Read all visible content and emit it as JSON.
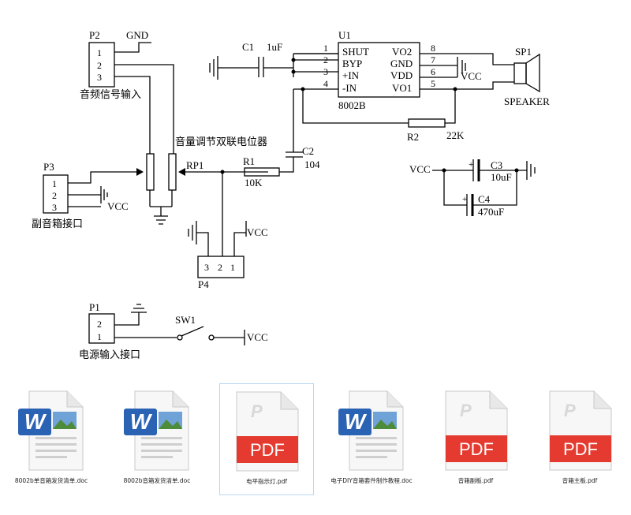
{
  "schematic": {
    "p2": {
      "ref": "P2",
      "gnd": "GND",
      "pins": [
        "1",
        "2",
        "3"
      ],
      "label": "音频信号输入"
    },
    "p3": {
      "ref": "P3",
      "pins": [
        "1",
        "2",
        "3"
      ],
      "vcc": "VCC",
      "label": "副音箱接口"
    },
    "pot": {
      "title": "音量调节双联电位器",
      "ref": "RP1"
    },
    "r1": {
      "ref": "R1",
      "value": "10K"
    },
    "c2": {
      "ref": "C2",
      "value": "104"
    },
    "c1": {
      "ref": "C1",
      "value": "1uF"
    },
    "u1": {
      "ref": "U1",
      "part": "8002B",
      "left_pins": [
        {
          "num": "1",
          "name": "SHUT"
        },
        {
          "num": "2",
          "name": "BYP"
        },
        {
          "num": "3",
          "name": "+IN"
        },
        {
          "num": "4",
          "name": "-IN"
        }
      ],
      "right_pins": [
        {
          "num": "8",
          "name": "VO2"
        },
        {
          "num": "7",
          "name": "GND"
        },
        {
          "num": "6",
          "name": "VDD"
        },
        {
          "num": "5",
          "name": "VO1"
        }
      ],
      "vcc": "VCC"
    },
    "sp1": {
      "ref": "SP1",
      "label": "SPEAKER"
    },
    "r2": {
      "ref": "R2",
      "value": "22K"
    },
    "c3": {
      "ref": "C3",
      "value": "10uF"
    },
    "c4": {
      "ref": "C4",
      "value": "470uF"
    },
    "decoupling_vcc": "VCC",
    "p4": {
      "ref": "P4",
      "pins": [
        "3",
        "2",
        "1"
      ],
      "vcc": "VCC"
    },
    "p1": {
      "ref": "P1",
      "pins": [
        "2",
        "1"
      ],
      "label": "电源输入接口"
    },
    "sw1": {
      "ref": "SW1",
      "vcc": "VCC"
    }
  },
  "files": [
    {
      "name": "8002b单音箱发货清单.doc",
      "icon": "word-doc-icon",
      "type": "doc",
      "selected": false
    },
    {
      "name": "8002b音箱发货清单.doc",
      "icon": "word-doc-icon",
      "type": "doc",
      "selected": false
    },
    {
      "name": "电平指示灯.pdf",
      "icon": "pdf-icon",
      "type": "pdf",
      "badge": "PDF",
      "selected": true
    },
    {
      "name": "电子DIY音箱套件制作教程.doc",
      "icon": "word-doc-icon",
      "type": "doc",
      "selected": false
    },
    {
      "name": "音箱副板.pdf",
      "icon": "pdf-icon",
      "type": "pdf",
      "badge": "PDF",
      "selected": false
    },
    {
      "name": "音箱主板.pdf",
      "icon": "pdf-icon",
      "type": "pdf",
      "badge": "PDF",
      "selected": false
    }
  ],
  "colors": {
    "pdf_red": "#e53a2f",
    "word_blue": "#2a62b4",
    "selection_border": "#b9d7f0"
  }
}
